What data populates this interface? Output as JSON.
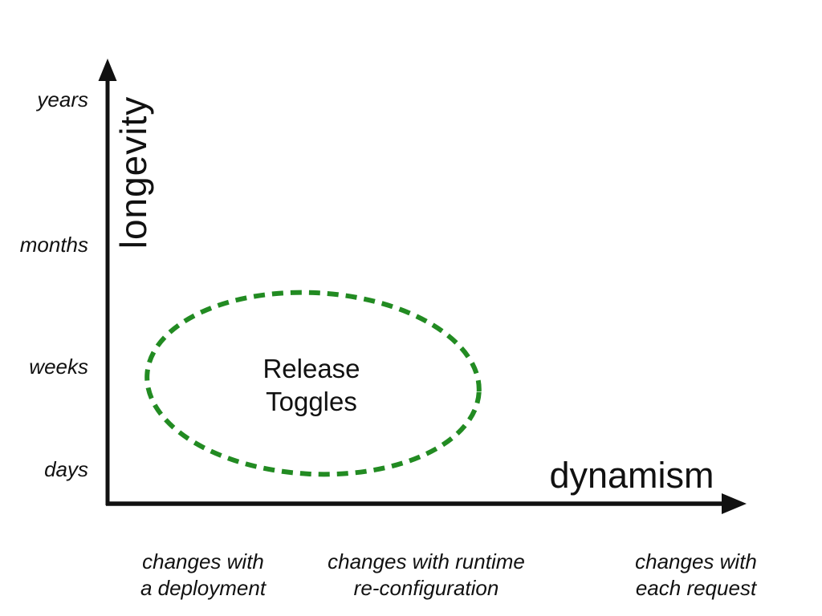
{
  "figure": {
    "background": "#ffffff",
    "ink_color": "#111111",
    "accent_green": "#228B22"
  },
  "y_axis": {
    "label": "longevity",
    "ticks": [
      {
        "label": "years"
      },
      {
        "label": "months"
      },
      {
        "label": "weeks"
      },
      {
        "label": "days"
      }
    ]
  },
  "x_axis": {
    "label": "dynamism",
    "categories": [
      {
        "text": "changes with\na deployment"
      },
      {
        "text": "changes with runtime\nre-configuration"
      },
      {
        "text": "changes with\neach request"
      }
    ]
  },
  "annotation": {
    "region_label": "Release\nToggles"
  },
  "chart_data": {
    "type": "scatter",
    "title": "",
    "xlabel": "dynamism",
    "ylabel": "longevity",
    "x_tick_labels": [
      "changes with a deployment",
      "changes with runtime re-configuration",
      "changes with each request"
    ],
    "y_tick_labels_bottom_to_top": [
      "days",
      "weeks",
      "months",
      "years"
    ],
    "grid": false,
    "legend": "none",
    "regions": [
      {
        "label": "Release Toggles",
        "shape": "dashed-ellipse",
        "stroke_color": "#228B22",
        "x_extent": [
          "changes with a deployment",
          "changes with runtime re-configuration"
        ],
        "y_extent": [
          "days",
          "weeks"
        ]
      }
    ]
  }
}
